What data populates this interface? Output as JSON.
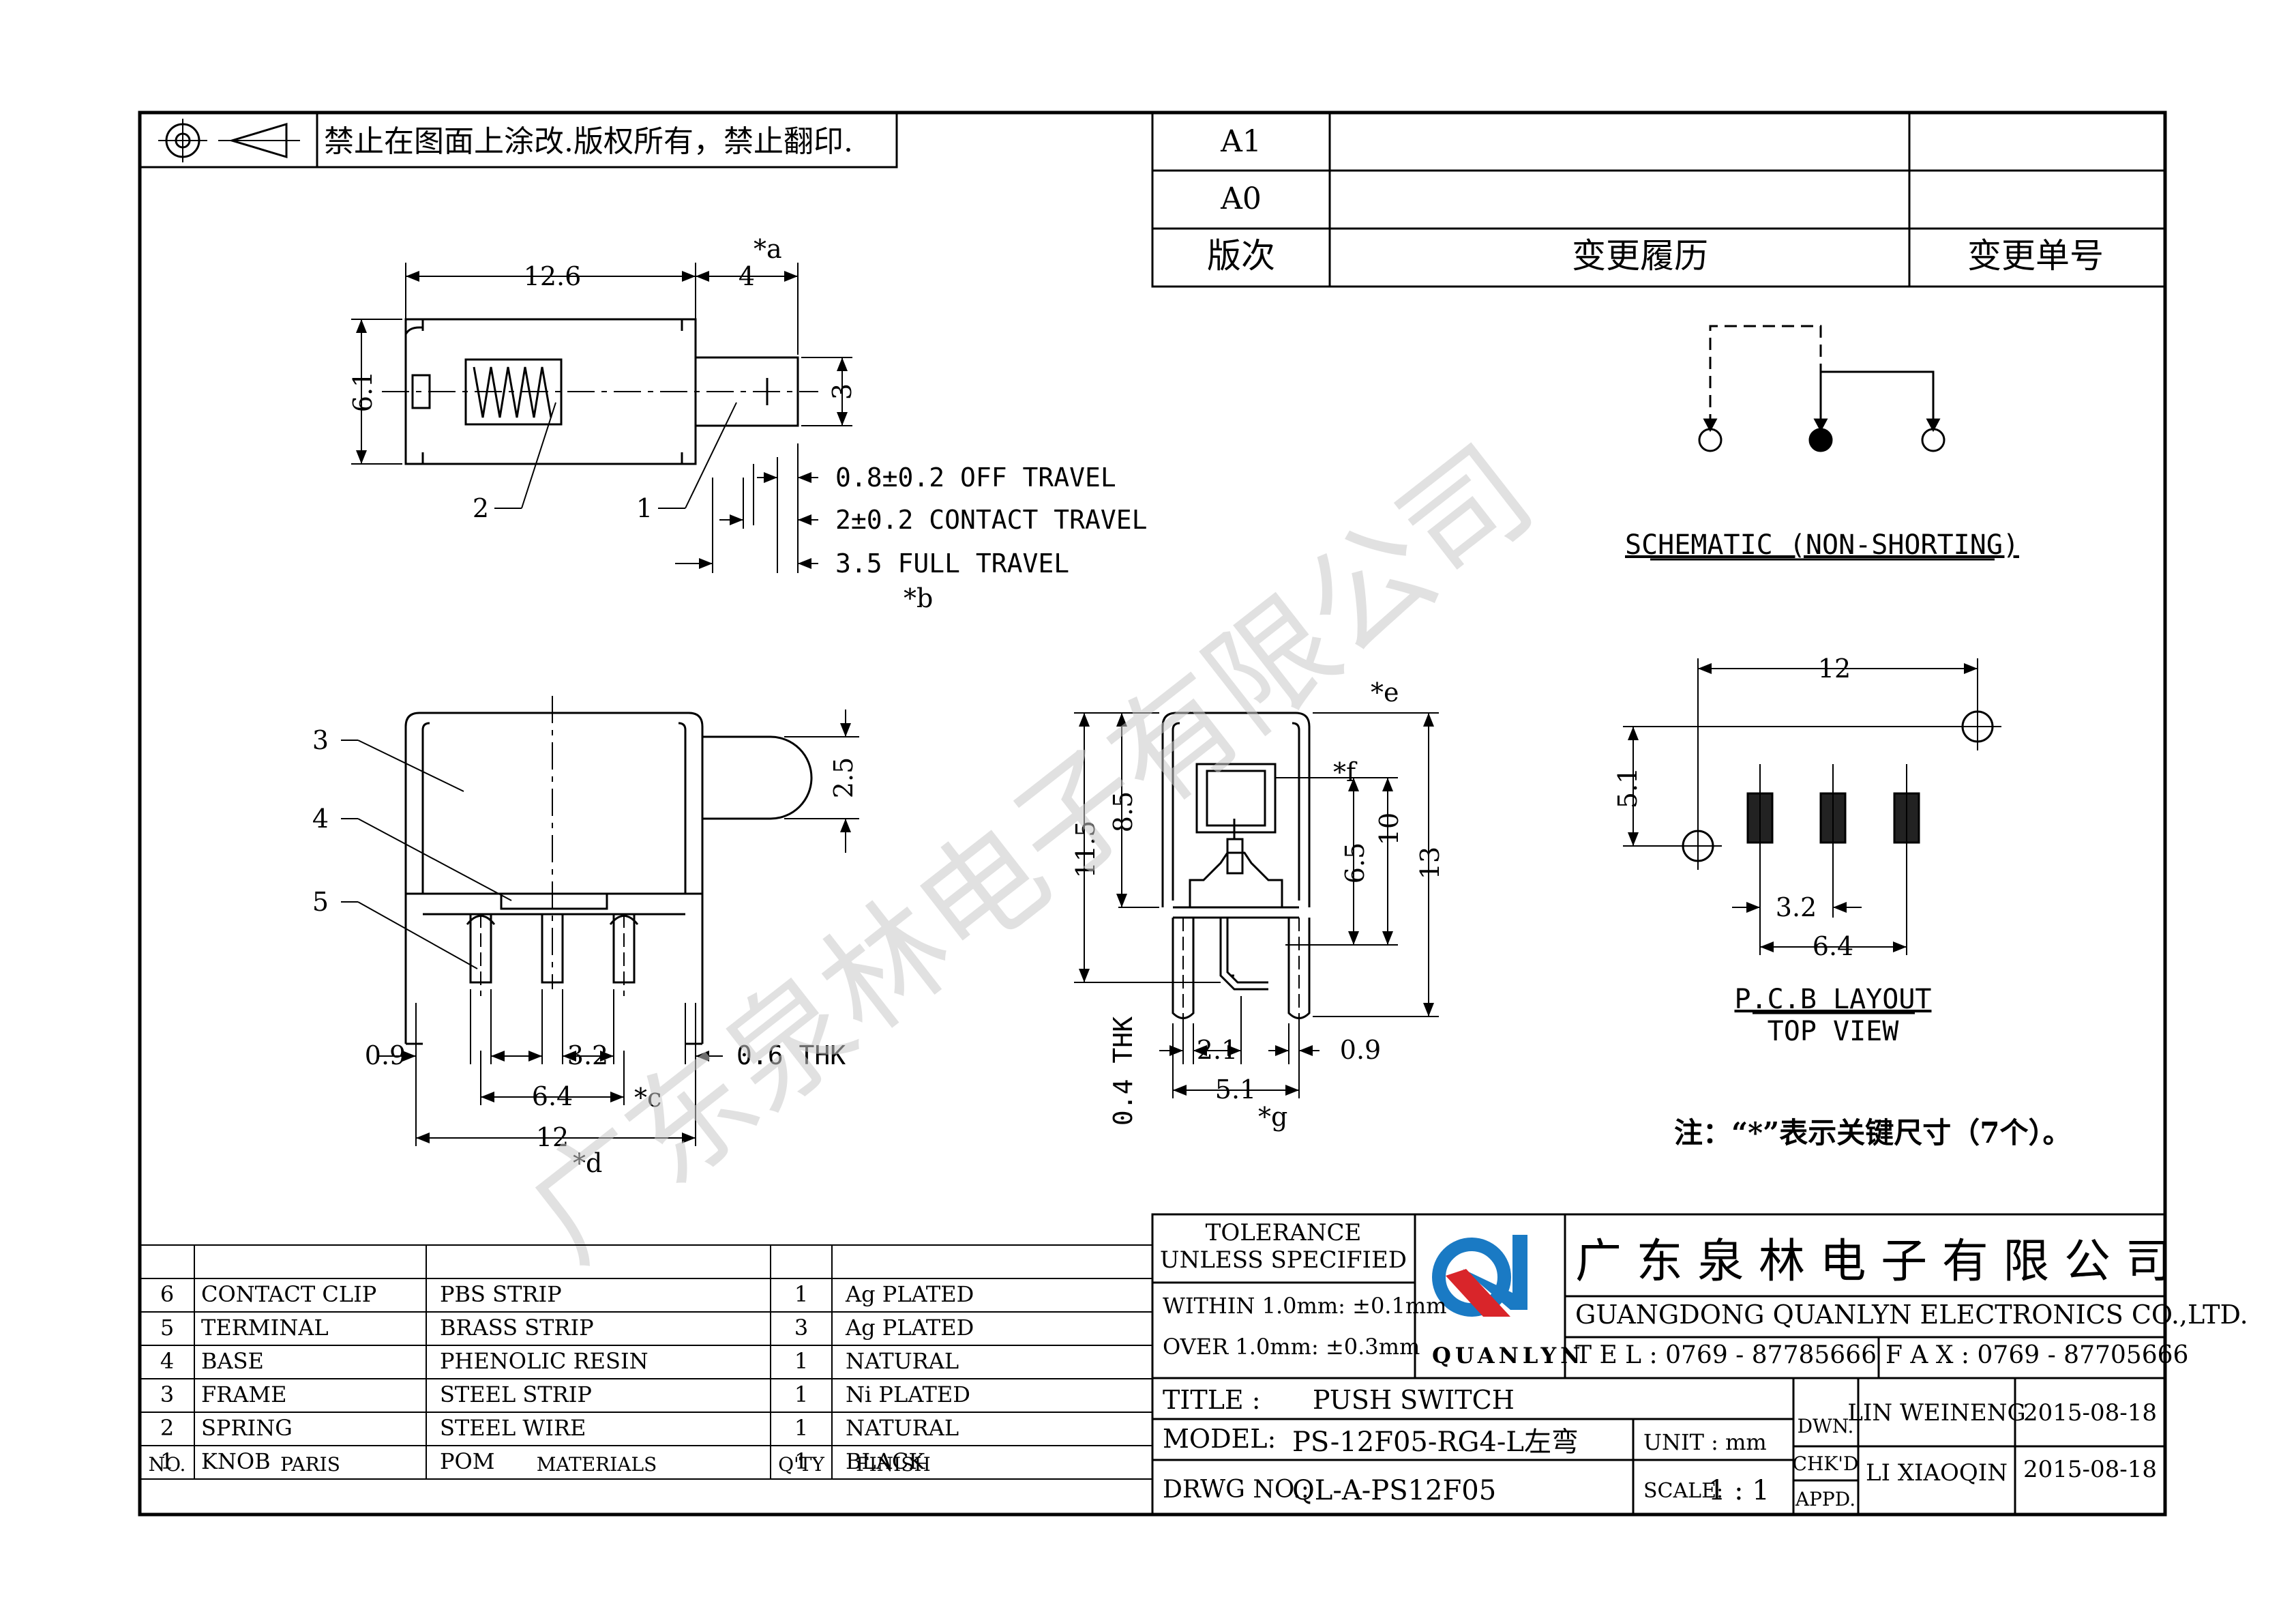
{
  "header": {
    "copyright_notice": "禁止在图面上涂改.版权所有，禁止翻印.",
    "revision_rows": [
      {
        "rev": "A1",
        "history": "",
        "number": ""
      },
      {
        "rev": "A0",
        "history": "",
        "number": ""
      }
    ],
    "revision_header": {
      "rev": "版次",
      "history": "变更履历",
      "number": "变更单号"
    }
  },
  "top_view": {
    "dim_length": "12.6",
    "dim_knob_len": "4",
    "dim_height": "6.1",
    "dim_knob_h": "3",
    "callout_spring": "2",
    "callout_knob": "1",
    "key_a": "*a",
    "key_b": "*b",
    "off_travel": "0.8±0.2 OFF TRAVEL",
    "contact_travel": "2±0.2 CONTACT TRAVEL",
    "full_travel": "3.5 FULL TRAVEL"
  },
  "front_view": {
    "callout_frame": "3",
    "callout_base": "4",
    "callout_terminal": "5",
    "dim_knob_dia": "2.5",
    "dim_left": "0.9",
    "dim_pitch": "3.2",
    "dim_thk": "0.6 THK",
    "dim_span": "6.4",
    "key_c": "*c",
    "dim_width": "12",
    "key_d": "*d"
  },
  "side_view": {
    "dim_11_5": "11.5",
    "dim_8_5": "8.5",
    "dim_6_5": "6.5",
    "dim_10": "10",
    "dim_13": "13",
    "key_e": "*e",
    "key_f": "*f",
    "dim_thk": "0.4 THK",
    "dim_2_1": "2.1",
    "dim_0_9": "0.9",
    "dim_5_1": "5.1",
    "key_g": "*g"
  },
  "schematic": {
    "label": "SCHEMATIC (NON-SHORTING)"
  },
  "pcb": {
    "dim_12": "12",
    "dim_5_1": "5.1",
    "dim_3_2": "3.2",
    "dim_6_4": "6.4",
    "label": "P.C.B LAYOUT",
    "sublabel": "TOP VIEW"
  },
  "note": "注：“*”表示关键尺寸（7个）。",
  "watermark": "广东泉林电子有限公司",
  "bom": {
    "rows": [
      {
        "no": "6",
        "part": "CONTACT CLIP",
        "material": "PBS STRIP",
        "qty": "1",
        "finish": "Ag PLATED"
      },
      {
        "no": "5",
        "part": "TERMINAL",
        "material": "BRASS STRIP",
        "qty": "3",
        "finish": "Ag PLATED"
      },
      {
        "no": "4",
        "part": "BASE",
        "material": "PHENOLIC RESIN",
        "qty": "1",
        "finish": "NATURAL"
      },
      {
        "no": "3",
        "part": "FRAME",
        "material": "STEEL STRIP",
        "qty": "1",
        "finish": "Ni PLATED"
      },
      {
        "no": "2",
        "part": "SPRING",
        "material": "STEEL WIRE",
        "qty": "1",
        "finish": "NATURAL"
      },
      {
        "no": "1",
        "part": "KNOB",
        "material": "POM",
        "qty": "1",
        "finish": "BLACK"
      }
    ],
    "header": {
      "no": "NO.",
      "part": "PARIS",
      "material": "MATERIALS",
      "qty": "Q'TY",
      "finish": "FINISH"
    }
  },
  "title_block": {
    "tolerance_1": "TOLERANCE",
    "tolerance_2": "UNLESS SPECIFIED",
    "within": "WITHIN 1.0mm: ±0.1mm",
    "over": "OVER 1.0mm:   ±0.3mm",
    "company_cn": "广 东 泉 林 电 子 有 限 公 司",
    "company_en": "GUANGDONG QUANLYN ELECTRONICS CO.,LTD.",
    "logo_word": "QUANLYN",
    "tel": "T E L : 0769 - 87785666",
    "fax": "F A X : 0769 - 87705666",
    "title_label": "TITLE :",
    "title_value": "PUSH SWITCH",
    "model_label": "MODEL:",
    "model_value": "PS-12F05-RG4-L左弯",
    "drwg_label": "DRWG NO.:",
    "drwg_value": "QL-A-PS12F05",
    "unit_label": "UNIT : mm",
    "scale_label": "SCALE:",
    "scale_value": "1 : 1",
    "dwn": "DWN.",
    "chkd": "CHK'D",
    "appd": "APPD.",
    "drawn_by": "LIN WEINENG",
    "drawn_date": "2015-08-18",
    "checked_by": "LI XIAOQIN",
    "checked_date": "2015-08-18"
  },
  "colors": {
    "logo_blue": "#1a7ac4",
    "logo_red": "#d9252a",
    "watermark": "#c8c8c8"
  }
}
